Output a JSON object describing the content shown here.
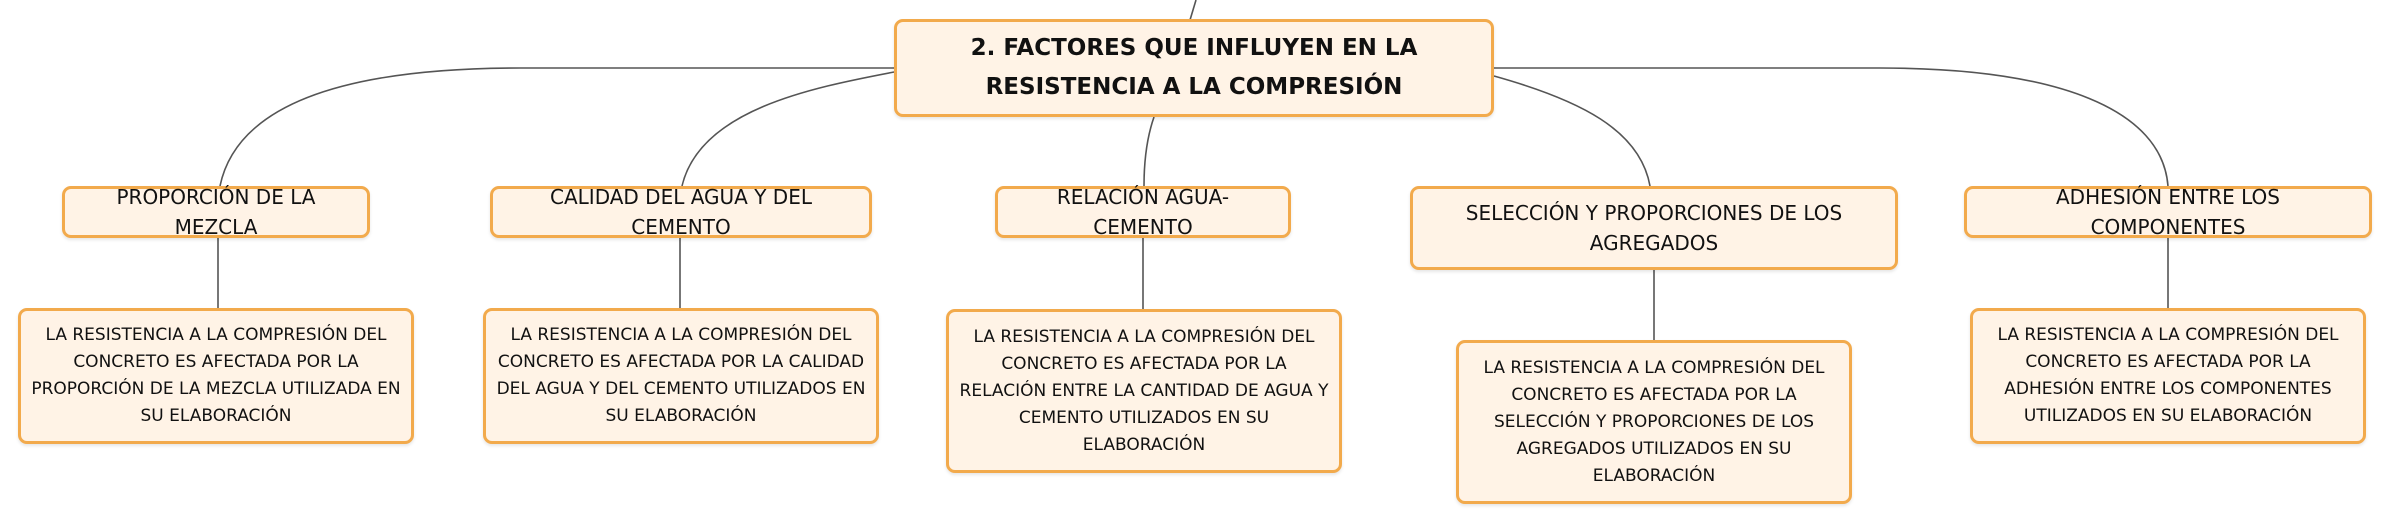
{
  "diagram": {
    "root": "2. FACTORES QUE INFLUYEN EN LA RESISTENCIA A LA COMPRESIÓN",
    "branches": [
      {
        "title": "PROPORCIÓN DE LA MEZCLA",
        "detail": "LA RESISTENCIA A LA COMPRESIÓN DEL CONCRETO ES AFECTADA POR LA PROPORCIÓN DE LA MEZCLA UTILIZADA EN SU ELABORACIÓN"
      },
      {
        "title": "CALIDAD DEL AGUA Y DEL CEMENTO",
        "detail": "LA RESISTENCIA A LA COMPRESIÓN DEL CONCRETO ES AFECTADA POR LA CALIDAD DEL AGUA Y DEL CEMENTO UTILIZADOS EN SU ELABORACIÓN"
      },
      {
        "title": "RELACIÓN AGUA-CEMENTO",
        "detail": "LA RESISTENCIA A LA COMPRESIÓN DEL CONCRETO ES AFECTADA POR LA RELACIÓN ENTRE LA CANTIDAD DE AGUA Y CEMENTO UTILIZADOS EN SU ELABORACIÓN"
      },
      {
        "title": "SELECCIÓN Y PROPORCIONES DE LOS AGREGADOS",
        "detail": "LA RESISTENCIA A LA COMPRESIÓN DEL CONCRETO ES AFECTADA POR LA SELECCIÓN Y PROPORCIONES DE LOS AGREGADOS UTILIZADOS EN SU ELABORACIÓN"
      },
      {
        "title": "ADHESIÓN ENTRE LOS COMPONENTES",
        "detail": "LA RESISTENCIA A LA COMPRESIÓN DEL CONCRETO ES AFECTADA POR LA ADHESIÓN ENTRE LOS COMPONENTES UTILIZADOS EN SU ELABORACIÓN"
      }
    ]
  },
  "colors": {
    "node_fill": "#fff3e6",
    "node_border": "#f2aa4c",
    "connector": "#555555",
    "text": "#111111"
  }
}
